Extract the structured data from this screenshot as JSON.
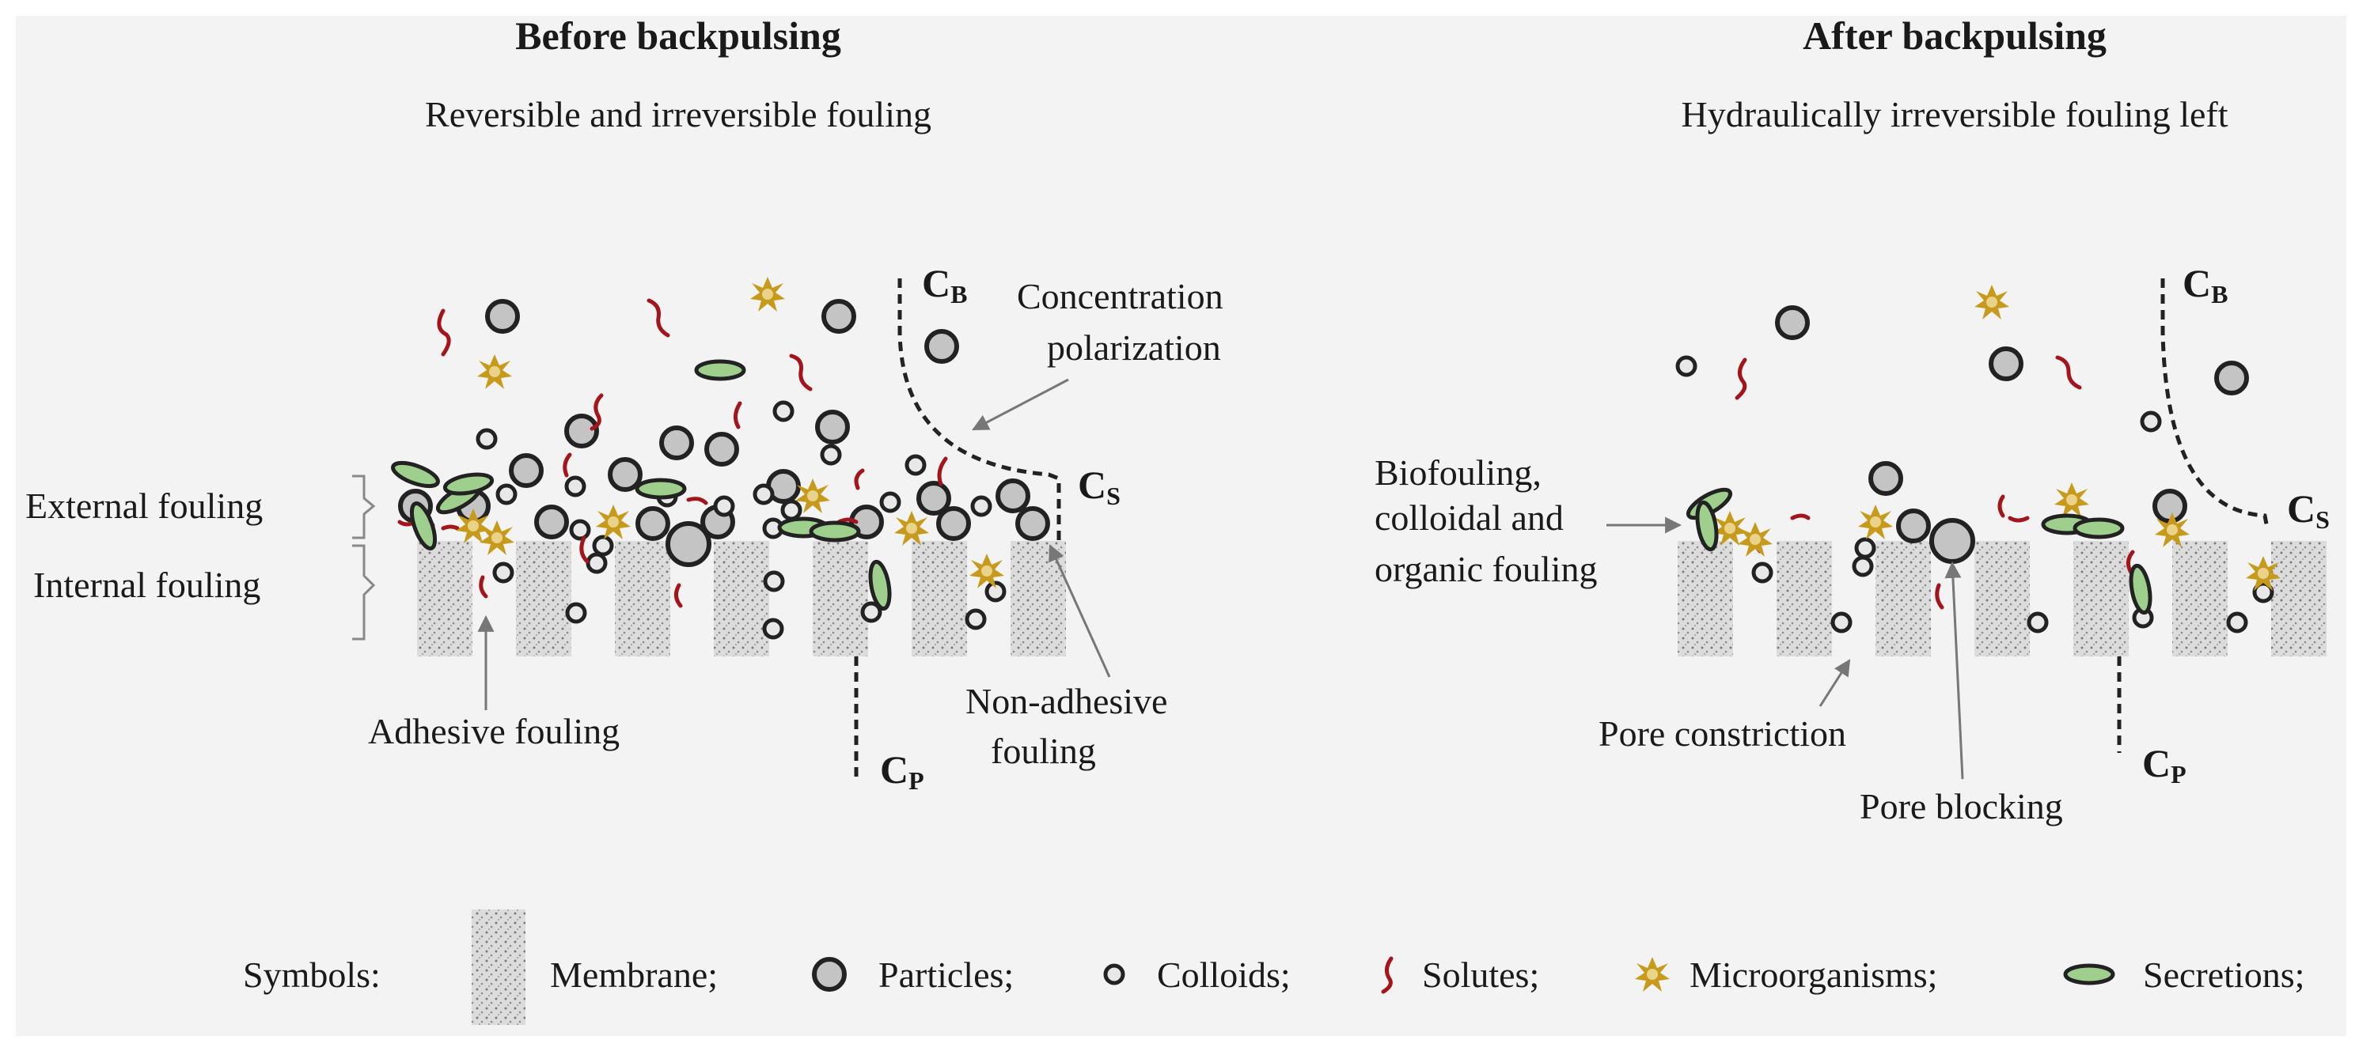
{
  "before": {
    "heading": "Before backpulsing",
    "subtitle": "Reversible and irreversible fouling",
    "labels": {
      "external": "External fouling",
      "internal": "Internal fouling",
      "adhesive": "Adhesive fouling",
      "concentration_1": "Concentration",
      "concentration_2": "polarization",
      "non_adhesive_1": "Non-adhesive",
      "non_adhesive_2": "fouling"
    }
  },
  "after": {
    "heading": "After backpulsing",
    "subtitle": "Hydraulically irreversible fouling left",
    "labels": {
      "bio_1": "Biofouling,",
      "bio_2": "colloidal and",
      "bio_3": "organic fouling",
      "pore_constriction": "Pore constriction",
      "pore_blocking": "Pore blocking"
    }
  },
  "concentration_symbols": {
    "letter": "C",
    "bulk": "B",
    "surface": "S",
    "permeate": "P"
  },
  "legend": {
    "title": "Symbols:",
    "membrane": "Membrane;",
    "particles": "Particles;",
    "colloids": "Colloids;",
    "solutes": "Solutes;",
    "microorganisms": "Microorganisms;",
    "secretions": "Secretions;"
  },
  "colors": {
    "background": "#f3f3f3",
    "membrane_fill": "#dcdcdc",
    "particle_fill": "#c4c4c4",
    "colloid_fill": "#e8e8e8",
    "outline": "#222222",
    "solute": "#a3151b",
    "microorganism": "#c89a1c",
    "secretion": "#9fcf8c",
    "arrow": "#777777"
  }
}
